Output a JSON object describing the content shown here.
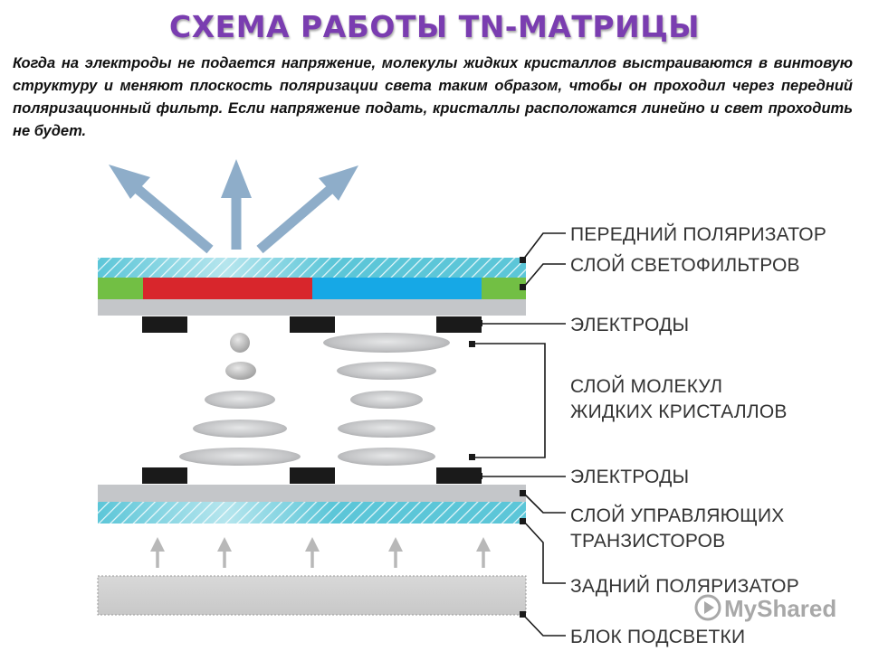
{
  "title": "СХЕМА РАБОТЫ TN-МАТРИЦЫ",
  "description": "Когда на электроды не подается напряжение, молекулы жидких кристаллов выстраиваются в винтовую структуру и меняют плоскость поляризации света таким образом, чтобы он проходил через передний поляризационный фильтр. Если напряжение подать, кристаллы расположатся линейно и свет проходить не будет.",
  "labels": {
    "front_polarizer": "ПЕРЕДНИЙ ПОЛЯРИЗАТОР",
    "color_filter_layer": "СЛОЙ СВЕТОФИЛЬТРОВ",
    "electrodes_top": "ЭЛЕКТРОДЫ",
    "lc_layer_line1": "СЛОЙ МОЛЕКУЛ",
    "lc_layer_line2": "ЖИДКИХ КРИСТАЛЛОВ",
    "electrodes_bottom": "ЭЛЕКТРОДЫ",
    "transistor_layer_line1": "СЛОЙ УПРАВЛЯЮЩИХ",
    "transistor_layer_line2": "ТРАНЗИСТОРОВ",
    "rear_polarizer": "ЗАДНИЙ ПОЛЯРИЗАТОР",
    "backlight": "БЛОК ПОДСВЕТКИ"
  },
  "watermark": {
    "text": "MyShared"
  },
  "colors": {
    "title": "#7a3db0",
    "polarizer": "#56c3d6",
    "filter_green": "#72bf44",
    "filter_red": "#d8262c",
    "filter_blue": "#16a8e6",
    "substrate": "#c4c6c9",
    "electrode": "#1a1a1a",
    "crystal": "#c6c7c9",
    "light_arrow": "#8eadc9",
    "backlight": "#d0d0d0"
  }
}
